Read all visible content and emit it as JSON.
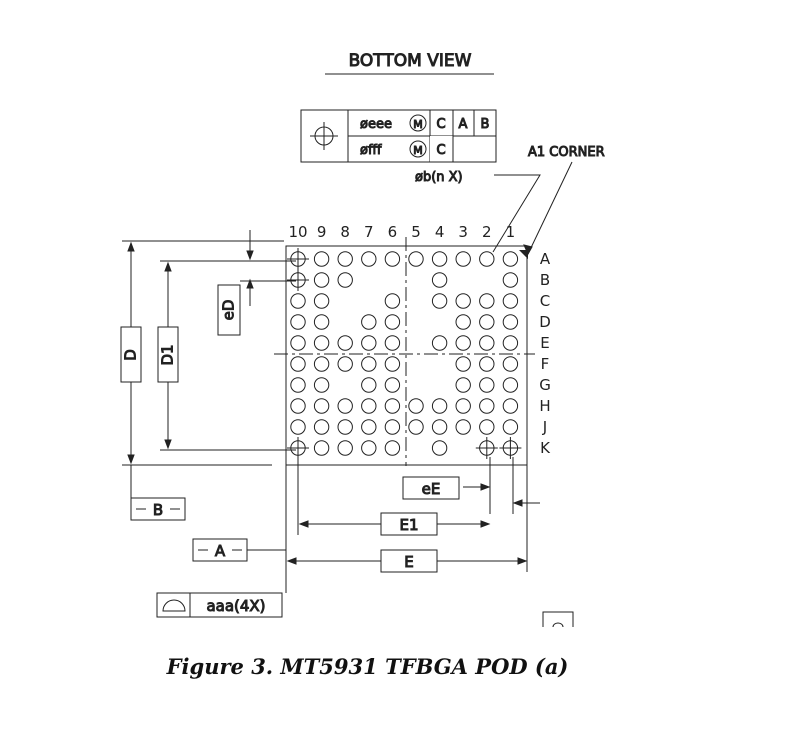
{
  "title": "BOTTOM VIEW",
  "caption": "Figure 3. MT5931 TFBGA POD (a)",
  "fcf": {
    "row1": {
      "value": "øeee",
      "modifier": "M",
      "datums": [
        "C",
        "A",
        "B"
      ]
    },
    "row2": {
      "value": "øfff",
      "modifier": "M",
      "datums": [
        "C"
      ]
    }
  },
  "ball_callout": "øb(n X)",
  "corner_label": "A1 CORNER",
  "column_labels": [
    "10",
    "9",
    "8",
    "7",
    "6",
    "5",
    "4",
    "3",
    "2",
    "1"
  ],
  "row_labels": [
    "A",
    "B",
    "C",
    "D",
    "E",
    "F",
    "G",
    "H",
    "J",
    "K"
  ],
  "ball_map": [
    "1111111111",
    "1110001001",
    "1100101111",
    "1101100111",
    "1111101111",
    "1111100111",
    "1101100111",
    "1111111111",
    "1111111111",
    "1111101011"
  ],
  "dimensions": {
    "D": "D",
    "D1": "D1",
    "eD": "eD",
    "E": "E",
    "E1": "E1",
    "eE": "eE"
  },
  "datums": {
    "A": "A",
    "B": "B"
  },
  "profile": "aaa(4X)"
}
